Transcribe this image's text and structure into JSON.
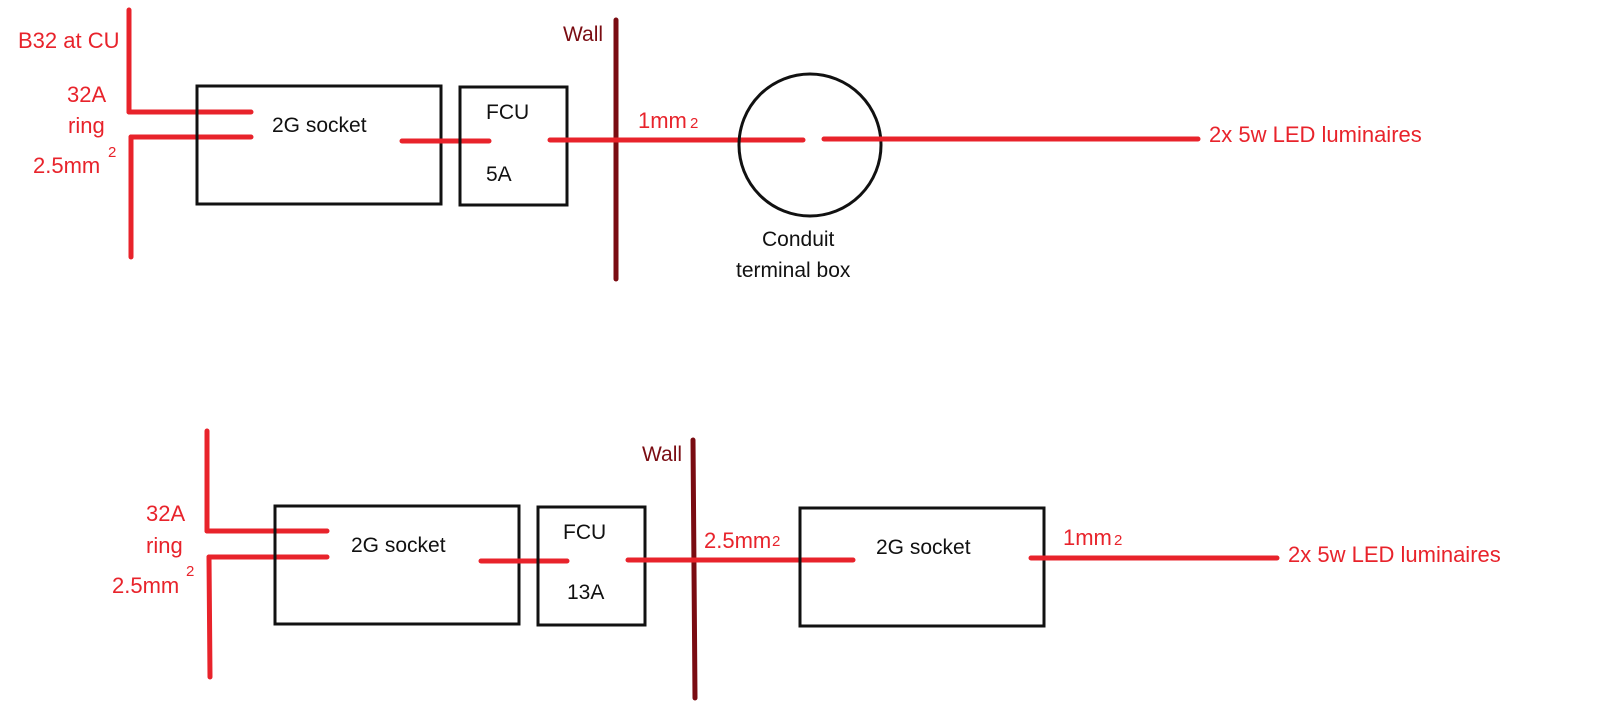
{
  "colors": {
    "wire": "#e8232b",
    "wall": "#7a0c12",
    "box": "#111111",
    "background": "#ffffff"
  },
  "top": {
    "supply": "B32 at CU",
    "ring": {
      "rating": "32A",
      "word": "ring",
      "size": "2.5mm",
      "sup": "2"
    },
    "socket": "2G socket",
    "fcu": {
      "label": "FCU",
      "rating": "5A"
    },
    "wall": "Wall",
    "cable": {
      "size": "1mm",
      "sup": "2"
    },
    "terminal_box": {
      "line1": "Conduit",
      "line2": "terminal box"
    },
    "load": "2x 5w LED luminaires"
  },
  "bottom": {
    "ring": {
      "rating": "32A",
      "word": "ring",
      "size": "2.5mm",
      "sup": "2"
    },
    "socket": "2G socket",
    "fcu": {
      "label": "FCU",
      "rating": "13A"
    },
    "wall": "Wall",
    "cable1": {
      "size": "2.5mm",
      "sup": "2"
    },
    "socket2": "2G socket",
    "cable2": {
      "size": "1mm",
      "sup": "2"
    },
    "load": "2x 5w LED luminaires"
  }
}
